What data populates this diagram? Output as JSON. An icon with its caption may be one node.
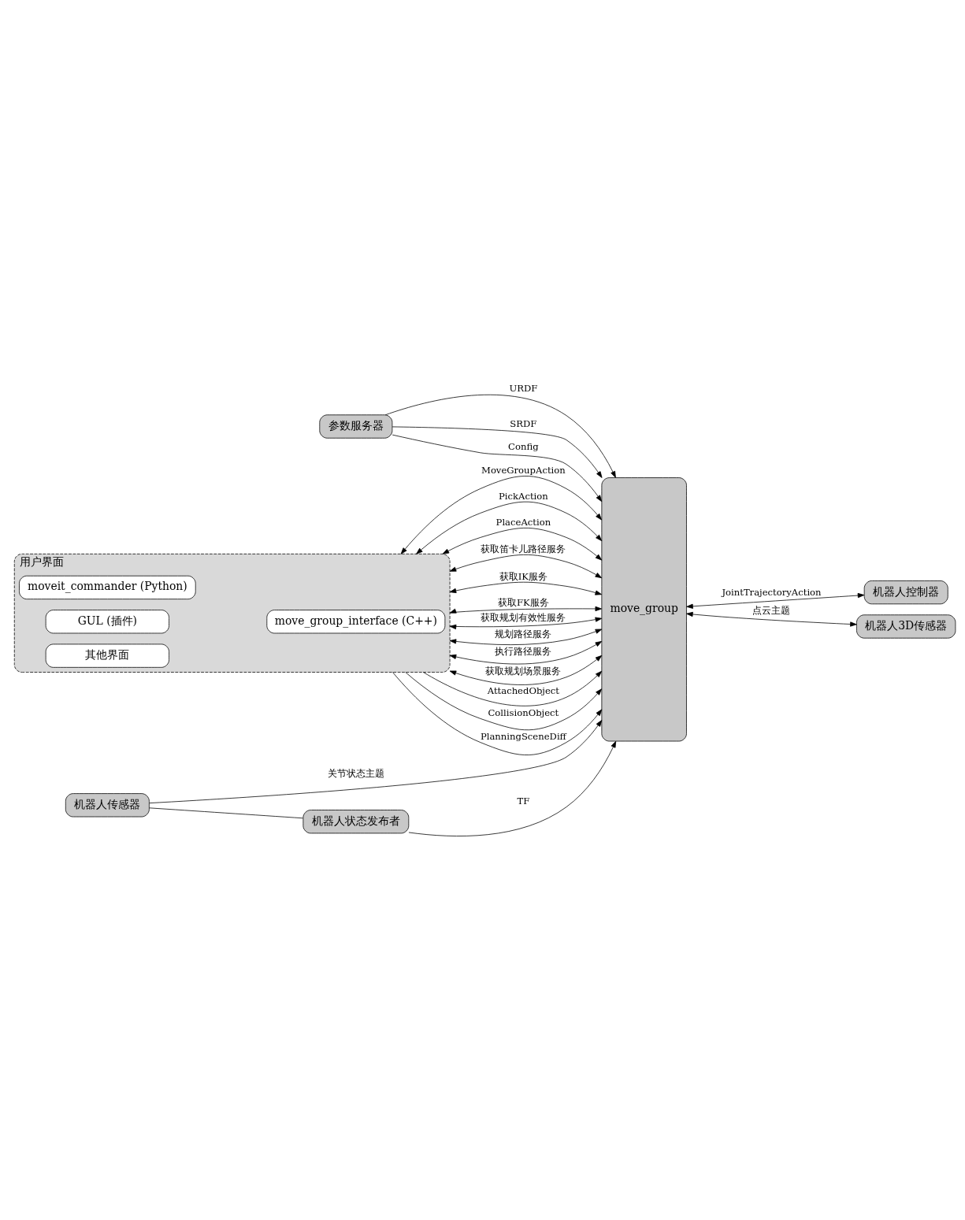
{
  "diagram": {
    "nodes": [
      {
        "text": [
          "参数服务器"
        ]
      },
      {
        "text": [
          "move_group"
        ]
      },
      {
        "text": [
          "用户界面"
        ]
      },
      {
        "text": [
          "move_group_interface (C++)"
        ],
        "in": 2
      },
      {
        "text": [
          "moveit_commander (Python)"
        ],
        "in": 2
      },
      {
        "text": [
          "GUL (插件)"
        ],
        "in": 2
      },
      {
        "text": [
          "其他界面"
        ],
        "in": 2
      },
      {
        "text": [
          "机器人控制器"
        ]
      },
      {
        "text": [
          "机器人3D传感器"
        ]
      },
      {
        "text": [
          "机器人传感器"
        ]
      },
      {
        "text": [
          "机器人状态发布者"
        ]
      }
    ],
    "edges": [
      {
        "from": 0,
        "to": 1,
        "arrow": "to",
        "label": "URDF"
      },
      {
        "from": 0,
        "to": 1,
        "arrow": "to",
        "label": "SRDF"
      },
      {
        "from": 0,
        "to": 1,
        "arrow": "to",
        "label": "Config"
      },
      {
        "from": 2,
        "to": 1,
        "arrow": "both",
        "label": "MoveGroupAction"
      },
      {
        "from": 2,
        "to": 1,
        "arrow": "both",
        "label": "PickAction"
      },
      {
        "from": 2,
        "to": 1,
        "arrow": "both",
        "label": "PlaceAction"
      },
      {
        "from": 2,
        "to": 1,
        "arrow": "both",
        "label": "获取笛卡儿路径服务"
      },
      {
        "from": 2,
        "to": 1,
        "arrow": "both",
        "label": "获取IK服务"
      },
      {
        "from": 2,
        "to": 1,
        "arrow": "both",
        "label": "获取FK服务"
      },
      {
        "from": 2,
        "to": 1,
        "arrow": "both",
        "label": "获取规划有效性服务"
      },
      {
        "from": 2,
        "to": 1,
        "arrow": "both",
        "label": "规划路径服务"
      },
      {
        "from": 2,
        "to": 1,
        "arrow": "both",
        "label": "执行路径服务"
      },
      {
        "from": 2,
        "to": 1,
        "arrow": "both",
        "label": "获取规划场景服务"
      },
      {
        "from": 2,
        "to": 1,
        "arrow": "to",
        "label": "AttachedObject"
      },
      {
        "from": 2,
        "to": 1,
        "arrow": "to",
        "label": "CollisionObject"
      },
      {
        "from": 2,
        "to": 1,
        "arrow": "to",
        "label": "PlanningSceneDiff"
      },
      {
        "from": 1,
        "to": 7,
        "arrow": "both",
        "label": "JointTrajectoryAction"
      },
      {
        "from": 1,
        "to": 8,
        "arrow": "both",
        "label": "点云主题"
      },
      {
        "from": 9,
        "to": 1,
        "arrow": "to",
        "label": "关节状态主题"
      },
      {
        "from": 9,
        "to": 10,
        "arrow": "none"
      },
      {
        "from": 10,
        "to": 1,
        "arrow": "to",
        "label": "TF"
      }
    ]
  }
}
